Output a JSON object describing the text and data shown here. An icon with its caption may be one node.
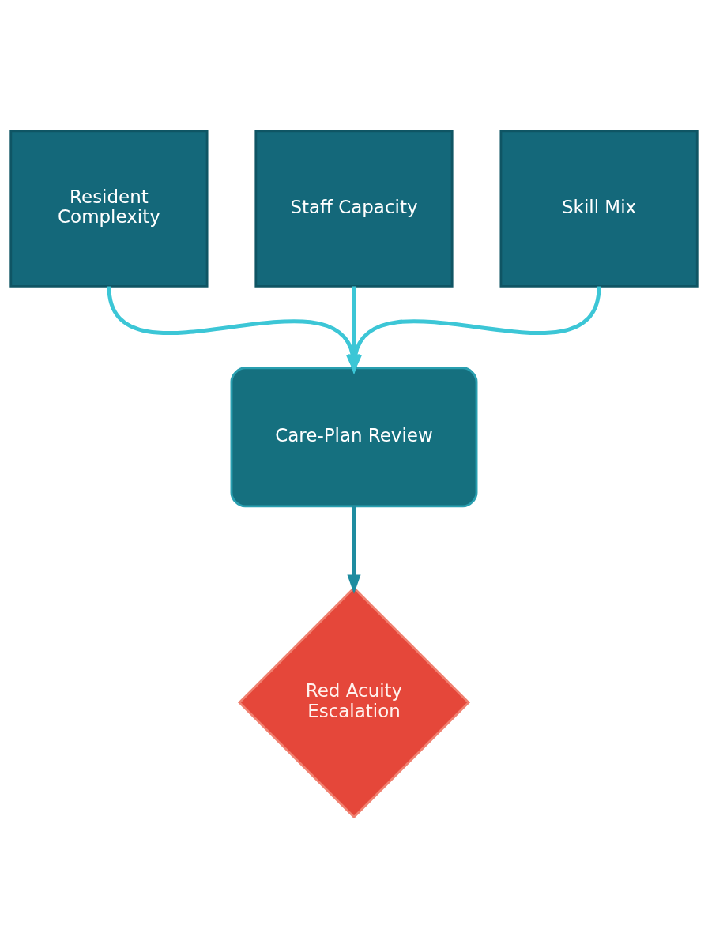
{
  "diagram": {
    "nodes": [
      {
        "text": [
          "Resident Complexity"
        ]
      },
      {
        "text": [
          "Staff Capacity"
        ]
      },
      {
        "text": [
          "Skill Mix"
        ]
      },
      {
        "text": [
          "Care-Plan Review"
        ]
      },
      {
        "text": [
          "Red Acuity Escalation"
        ]
      }
    ],
    "edges": [
      {
        "from": 0,
        "to": 3,
        "arrow": "to"
      },
      {
        "from": 1,
        "to": 3,
        "arrow": "to"
      },
      {
        "from": 2,
        "to": 3,
        "arrow": "to"
      },
      {
        "from": 3,
        "to": 4,
        "arrow": "to",
        "color": "#1e8ca0"
      }
    ]
  }
}
